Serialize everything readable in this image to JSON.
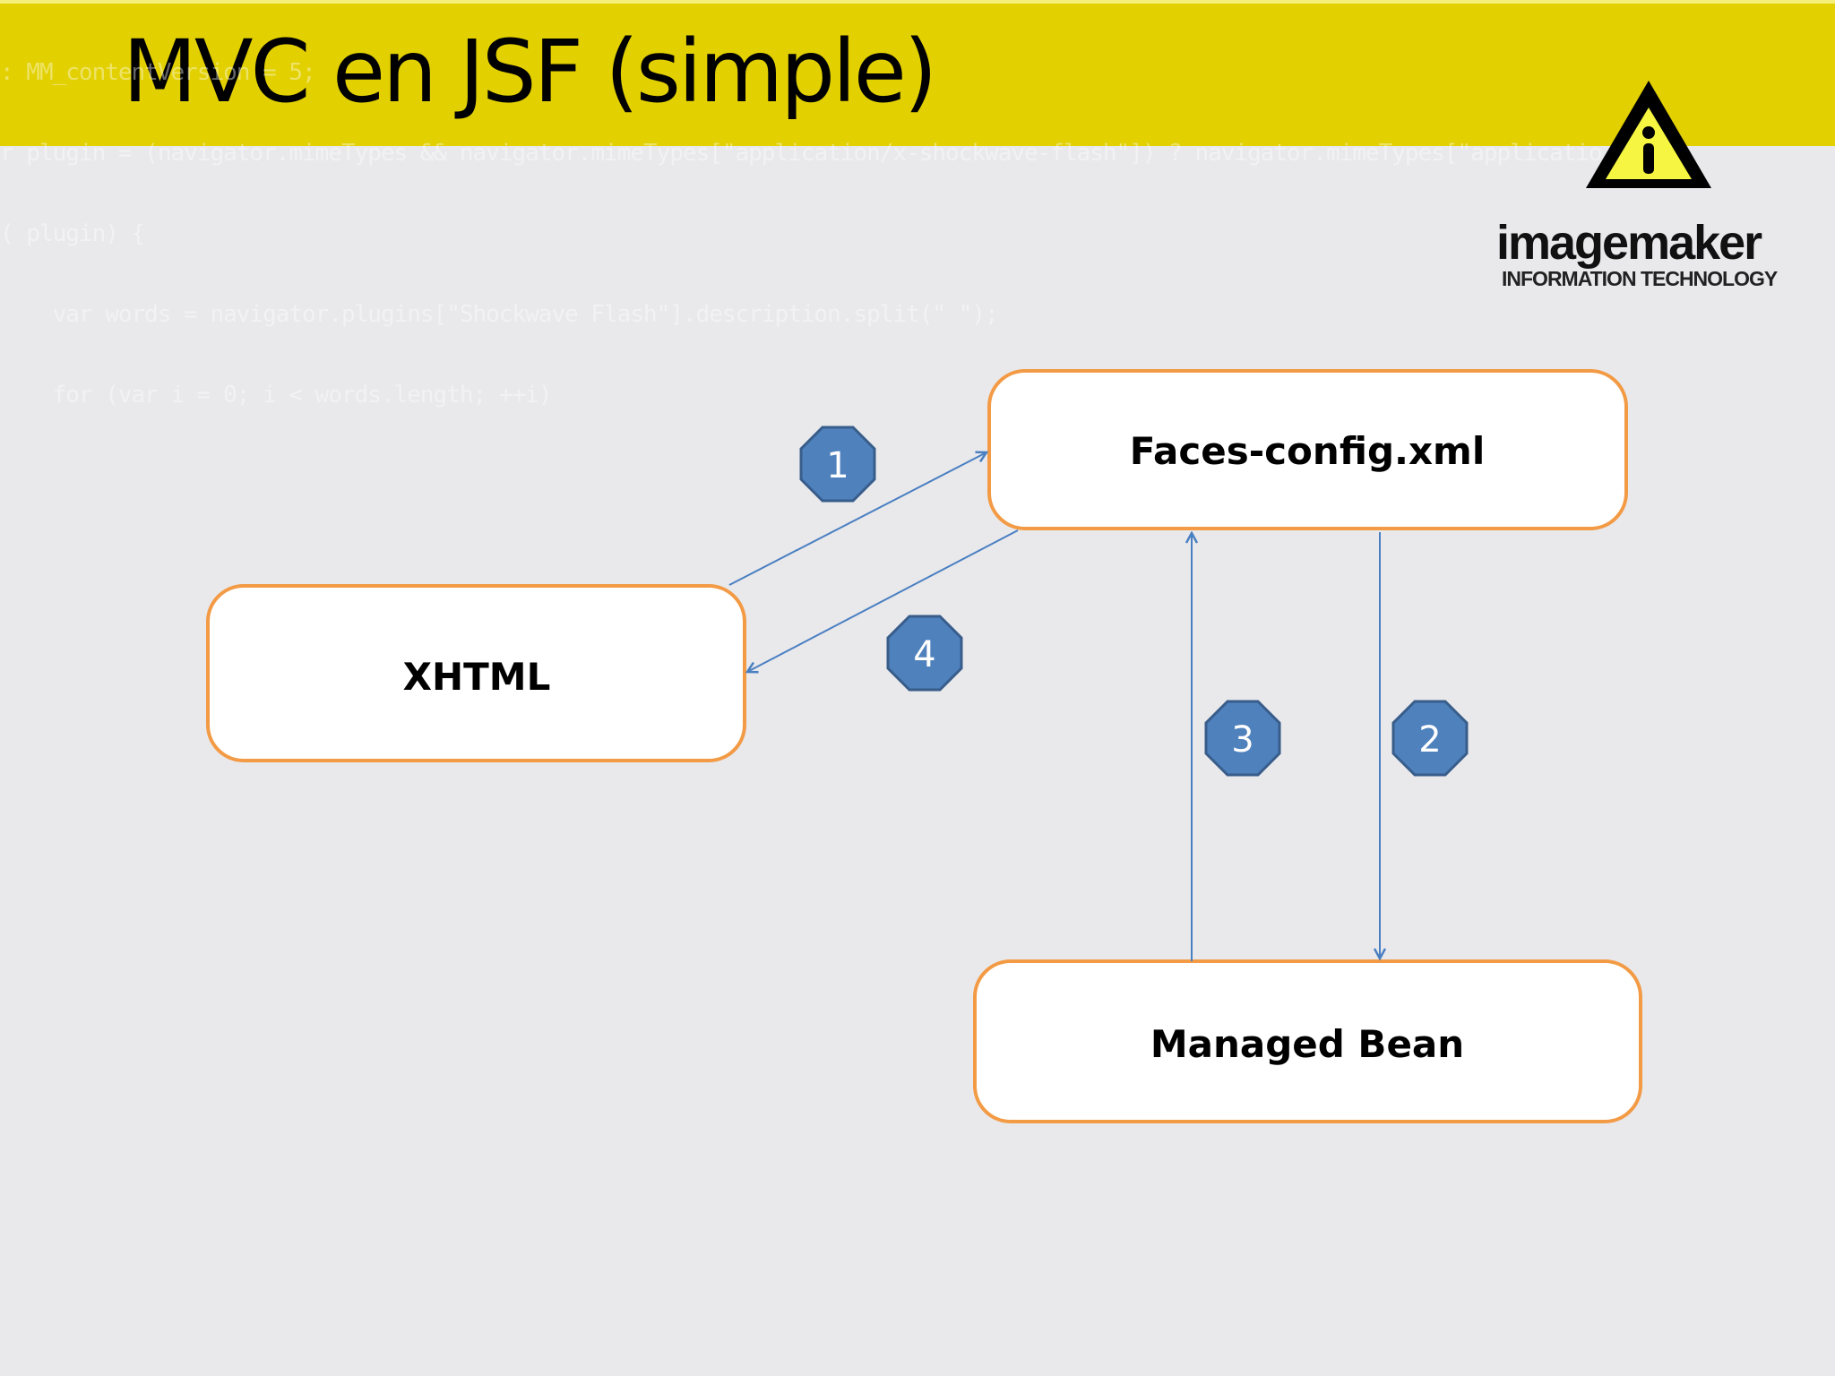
{
  "slide": {
    "title": "MVC en JSF (simple)",
    "background_code": [
      ": MM_contentVersion = 5;",
      "r plugin = (navigator.mimeTypes && navigator.mimeTypes[\"application/x-shockwave-flash\"]) ? navigator.mimeTypes[\"applicatio",
      "( plugin) {",
      "    var words = navigator.plugins[\"Shockwave Flash\"].description.split(\" \");",
      "    for (var i = 0; i < words.length; ++i)"
    ],
    "logo": {
      "name": "imagemaker",
      "tagline": "INFORMATION TECHNOLOGY",
      "icon": "warning-info-triangle-icon"
    }
  },
  "colors": {
    "header": "#e2d000",
    "box_border": "#f39a45",
    "arrow": "#4a7fc1",
    "badge": "#4f81bd",
    "badge_border": "#385d8a"
  },
  "diagram": {
    "nodes": [
      {
        "id": "faces",
        "label": "Faces-config.xml"
      },
      {
        "id": "xhtml",
        "label": "XHTML"
      },
      {
        "id": "bean",
        "label": "Managed Bean"
      }
    ],
    "edges": [
      {
        "step": "1",
        "from": "xhtml",
        "to": "faces"
      },
      {
        "step": "2",
        "from": "faces",
        "to": "bean"
      },
      {
        "step": "3",
        "from": "bean",
        "to": "faces"
      },
      {
        "step": "4",
        "from": "faces",
        "to": "xhtml"
      }
    ]
  }
}
